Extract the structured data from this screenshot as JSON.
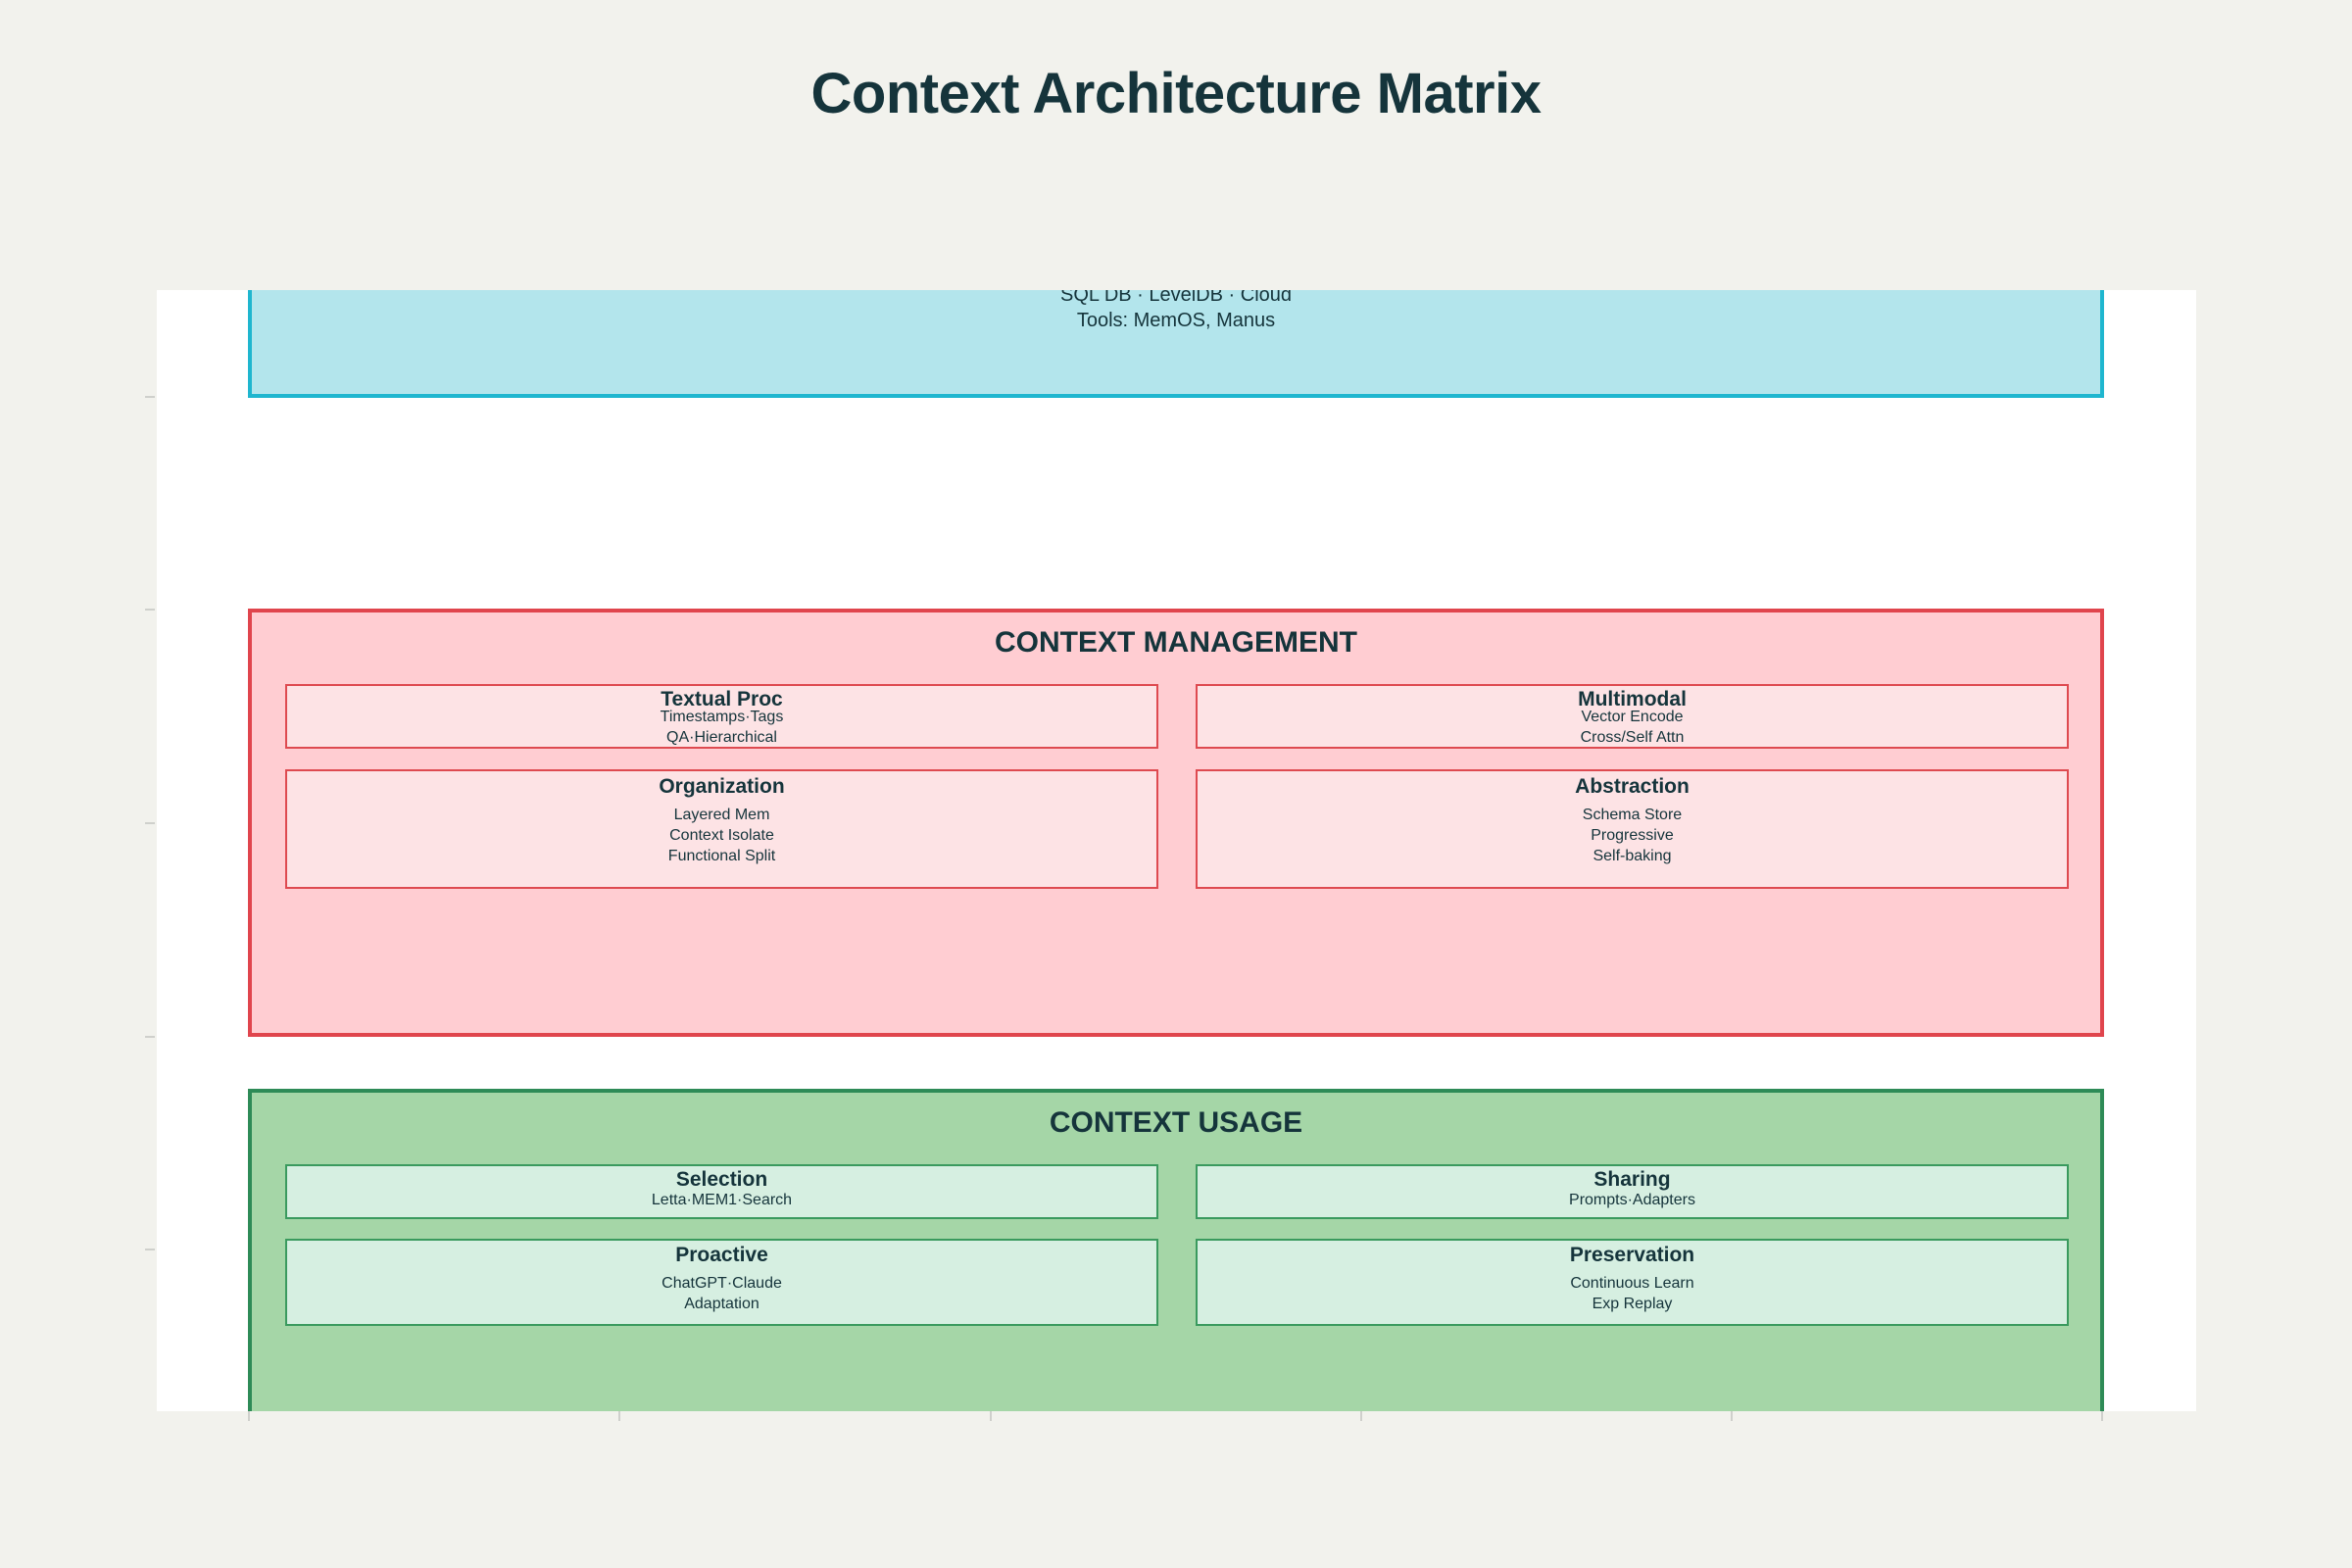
{
  "title": "Context Architecture Matrix",
  "storage": {
    "lines": [
      "SQL DB · LevelDB · Cloud",
      "Tools: MemOS, Manus"
    ]
  },
  "management": {
    "title": "CONTEXT MANAGEMENT",
    "cards": [
      {
        "title": "Textual Proc",
        "lines": [
          "Timestamps·Tags",
          "QA·Hierarchical"
        ]
      },
      {
        "title": "Multimodal",
        "lines": [
          "Vector Encode",
          "Cross/Self Attn"
        ]
      },
      {
        "title": "Organization",
        "lines": [
          "Layered Mem",
          "Context Isolate",
          "Functional Split"
        ]
      },
      {
        "title": "Abstraction",
        "lines": [
          "Schema Store",
          "Progressive",
          "Self-baking"
        ]
      }
    ]
  },
  "usage": {
    "title": "CONTEXT USAGE",
    "cards": [
      {
        "title": "Selection",
        "lines": [
          "Letta·MEM1·Search"
        ]
      },
      {
        "title": "Sharing",
        "lines": [
          "Prompts·Adapters"
        ]
      },
      {
        "title": "Proactive",
        "lines": [
          "ChatGPT·Claude",
          "Adaptation"
        ]
      },
      {
        "title": "Preservation",
        "lines": [
          "Continuous Learn",
          "Exp Replay"
        ]
      }
    ]
  }
}
